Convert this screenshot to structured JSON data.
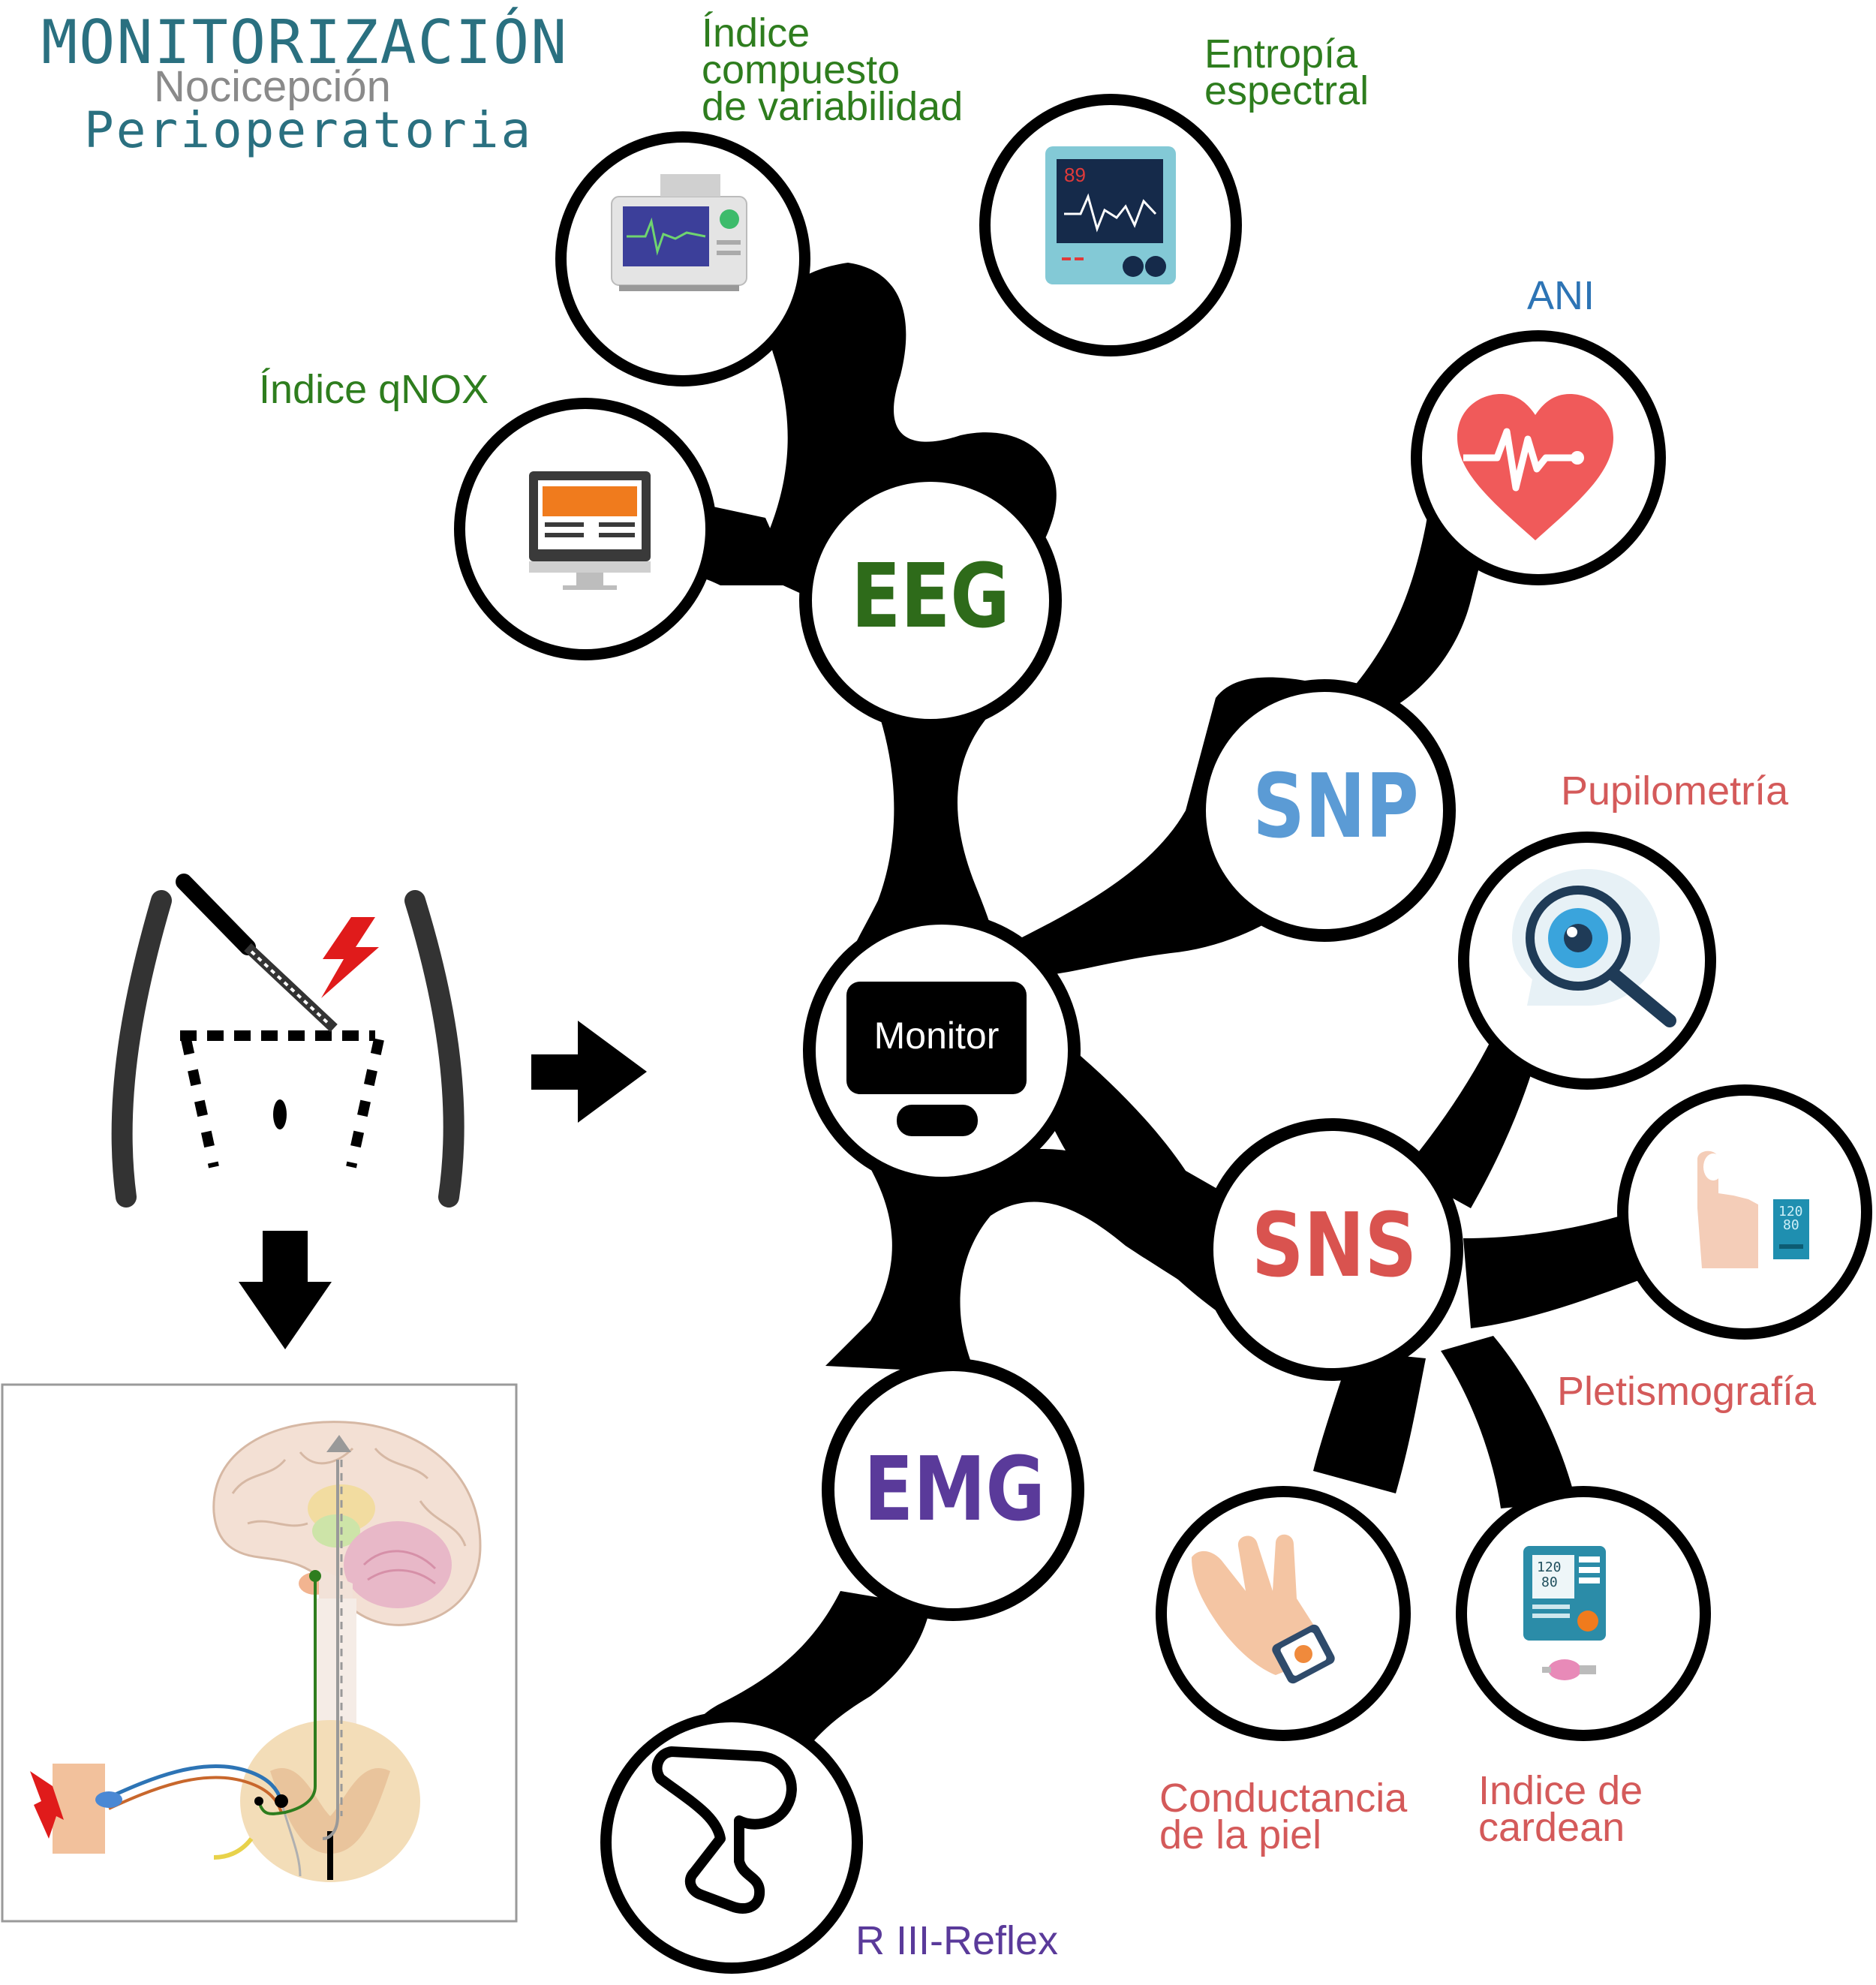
{
  "title": {
    "main": "MONITORIZACIÓN",
    "sub": "Nocicepción",
    "third": "Perioperatoria"
  },
  "nodes": {
    "eeg": "EEG",
    "snp": "SNP",
    "sns": "SNS",
    "emg": "EMG",
    "monitor": "Monitor"
  },
  "labels": {
    "indice_compuesto": "Índice\ncompuesto\nde variabilidad",
    "entropia": "Entropía\nespectral",
    "qnox": "Índice qNOX",
    "ani": "ANI",
    "pupilometria": "Pupilometría",
    "pletismografia": "Pletismografía",
    "conductancia": "Conductancia\nde la piel",
    "cardean": "Indice de\ncardean",
    "reflex": "R III-Reflex"
  },
  "icons": {
    "monitor_value": "89",
    "pleth_sys": "120",
    "pleth_dia": "80",
    "cardean_sys": "120",
    "cardean_dia": "80"
  },
  "colors": {
    "eeg": "#2e6b1a",
    "snp": "#5b9bd5",
    "sns": "#d9534f",
    "emg": "#5a3a9a",
    "title": "#2a7080"
  }
}
